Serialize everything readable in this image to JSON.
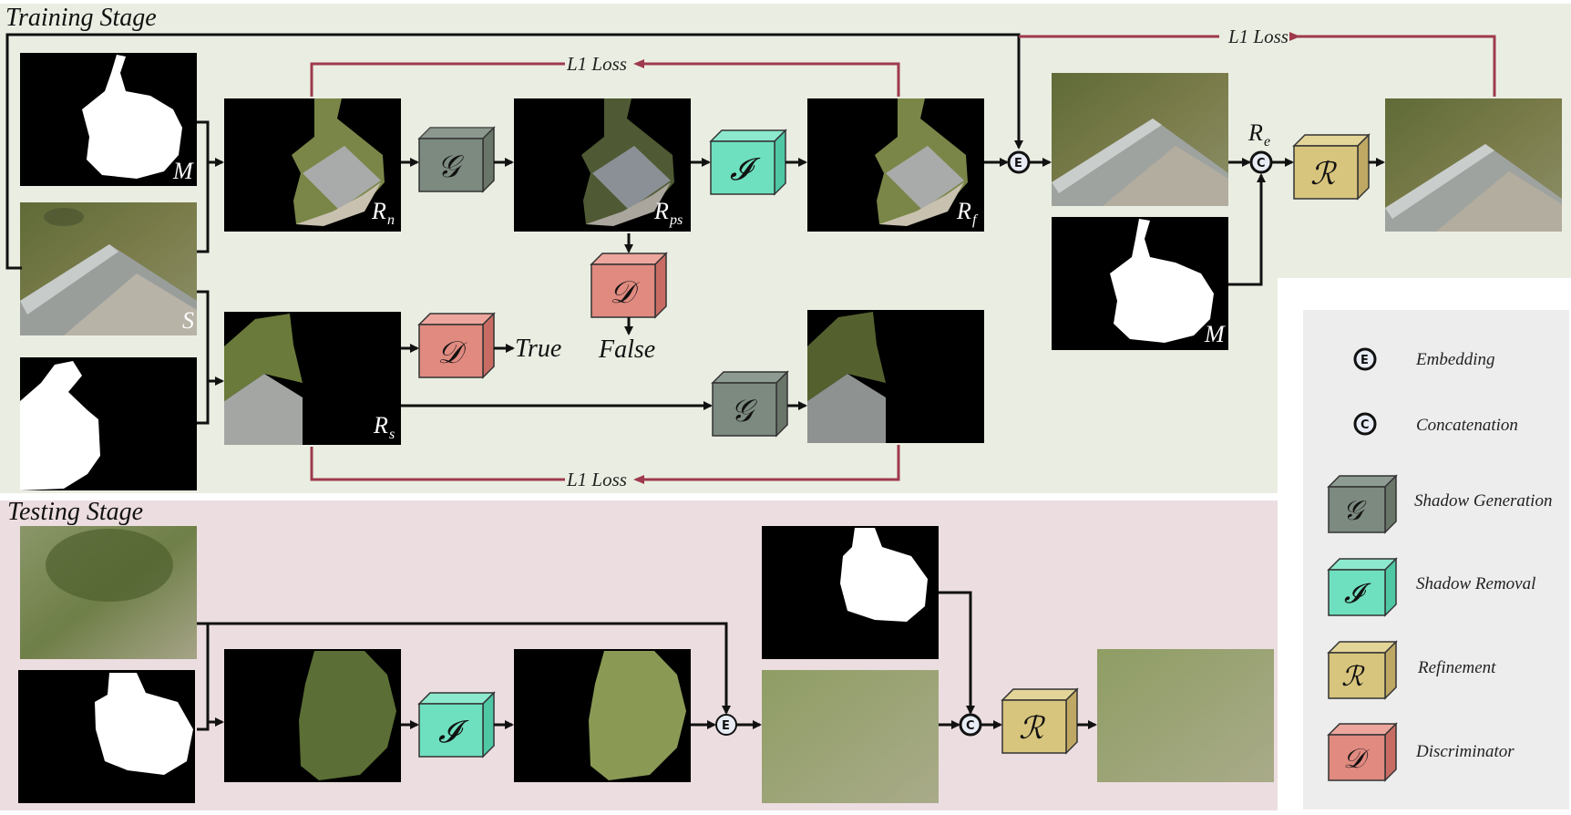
{
  "stages": {
    "training": "Training Stage",
    "testing": "Testing Stage"
  },
  "losses": {
    "top": "L1 Loss",
    "middle": "L1 Loss",
    "bottom": "L1 Loss"
  },
  "labels": {
    "M": "M",
    "S": "S",
    "Rn": "R",
    "Rn_sub": "n",
    "Rps": "R",
    "Rps_sub": "ps",
    "Rf": "R",
    "Rf_sub": "f",
    "Rs": "R",
    "Rs_sub": "s",
    "Re": "R",
    "Re_sub": "e",
    "M2": "M",
    "true": "True",
    "false": "False"
  },
  "modules": {
    "G": "𝒢",
    "I": "𝓘",
    "R": "ℛ",
    "D": "𝒟"
  },
  "nodes": {
    "embedding": "E",
    "concat": "C"
  },
  "legend": {
    "embedding": "Embedding",
    "concatenation": "Concatenation",
    "shadow_generation": "Shadow Generation",
    "shadow_removal": "Shadow Removal",
    "refinement": "Refinement",
    "discriminator": "Discriminator"
  },
  "colors": {
    "training_bg": "#eaeee2",
    "testing_bg": "#ecdde0",
    "legend_bg": "#ededed",
    "loss_arrow": "#9e3a4c",
    "G": "#7c8a80",
    "I": "#6fe0bf",
    "R": "#d8c57d",
    "D": "#e08a80"
  }
}
